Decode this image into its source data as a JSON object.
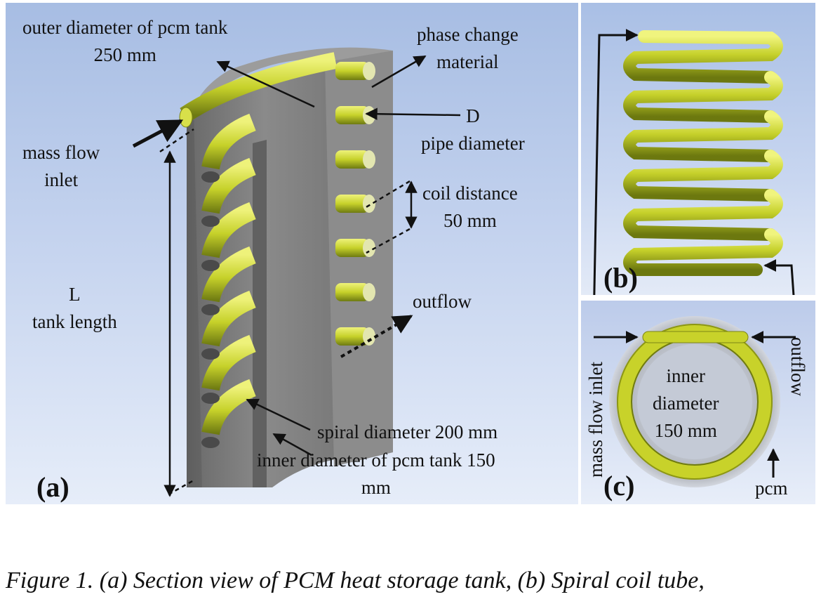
{
  "panel_a": {
    "tag": "(a)",
    "outer_diameter_line1": "outer diameter of pcm tank",
    "outer_diameter_line2": "250 mm",
    "phase_change_line1": "phase change",
    "phase_change_line2": "material",
    "d_label": "D",
    "pipe_diameter": "pipe diameter",
    "mass_flow_line1": "mass flow",
    "mass_flow_line2": "inlet",
    "coil_distance_line1": "coil distance",
    "coil_distance_line2": "50 mm",
    "l_label": "L",
    "tank_length": "tank length",
    "outflow": "outflow",
    "spiral_diameter": "spiral diameter 200 mm",
    "inner_diameter_line1": "inner diameter of pcm tank 150",
    "inner_diameter_line2": "mm"
  },
  "panel_b": {
    "tag": "(b)"
  },
  "panel_c": {
    "tag": "(c)",
    "mass_flow_inlet": "mass flow inlet",
    "outflow": "outflow",
    "inner_line1": "inner",
    "inner_line2": "diameter",
    "inner_line3": "150 mm",
    "pcm": "pcm"
  },
  "caption": "Figure 1. (a) Section view of PCM heat storage tank, (b) Spiral coil tube,",
  "colors": {
    "background_top": "#a7bde3",
    "tank_gray": "#7c7c7c",
    "coil_yellow": "#c9d42c",
    "coil_dark": "#707a10"
  }
}
